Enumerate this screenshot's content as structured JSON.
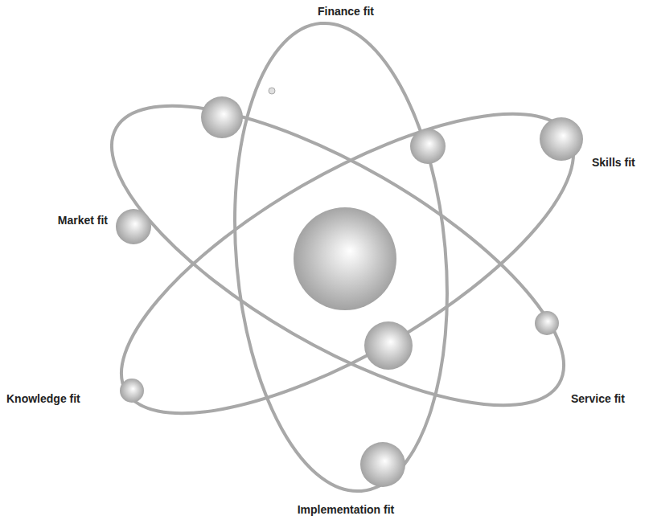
{
  "diagram": {
    "labels": [
      "Finance fit",
      "Skills fit",
      "Market fit",
      "Knowledge fit",
      "Service fit",
      "Implementation fit"
    ]
  }
}
